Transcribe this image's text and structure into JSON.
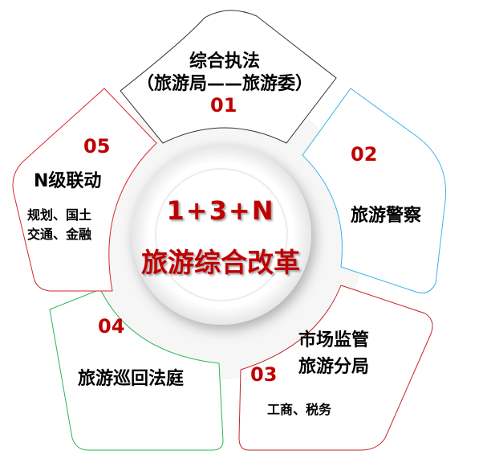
{
  "center": {
    "formula": "1+3+N",
    "title": "旅游综合改革"
  },
  "segments": [
    {
      "number": "01",
      "title": "综合执法",
      "subtitle": "（旅游局——旅游委）",
      "color": "#333333"
    },
    {
      "number": "02",
      "title": "旅游警察",
      "color": "#3cb4e6"
    },
    {
      "number": "03",
      "title": "市场监管",
      "title2": "旅游分局",
      "subtitle": "工商、税务",
      "color": "#c0282d"
    },
    {
      "number": "04",
      "title": "旅游巡回法庭",
      "color": "#2db35a"
    },
    {
      "number": "05",
      "title": "N级联动",
      "line1": "规划、国土",
      "line2": "交通、金融",
      "color": "#d9262e"
    }
  ]
}
